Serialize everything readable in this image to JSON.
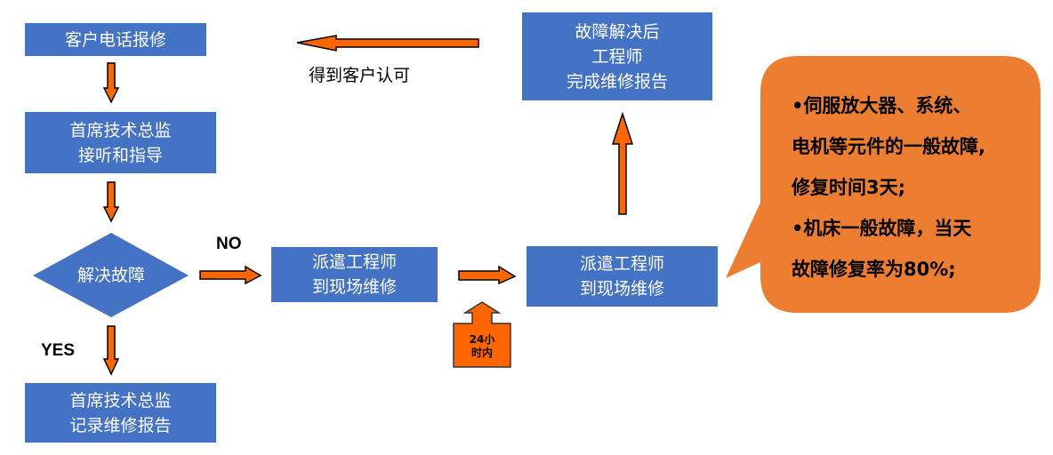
{
  "diagram": {
    "title": "客户报修服务流程",
    "colors": {
      "box_fill": "#4472c4",
      "box_text": "#ffffff",
      "arrow_fill": "#ff6600",
      "arrow_stroke": "#000000",
      "callout_fill": "#ed7d31"
    },
    "nodes": {
      "customer_call": {
        "lines": [
          "客户电话报修"
        ]
      },
      "chief_answer": {
        "lines": [
          "首席技术总监",
          "接听和指导"
        ]
      },
      "decision": {
        "lines": [
          "解决故障"
        ]
      },
      "chief_record": {
        "lines": [
          "首席技术总监",
          "记录维修报告"
        ]
      },
      "dispatch_1": {
        "lines": [
          "派遣工程师",
          "到现场维修"
        ]
      },
      "dispatch_2": {
        "lines": [
          "派遣工程师",
          "到现场维修"
        ]
      },
      "engineer_report": {
        "lines": [
          "故障解决后",
          "工程师",
          "完成维修报告"
        ]
      }
    },
    "edge_labels": {
      "no": "NO",
      "yes": "YES",
      "customer_approval": "得到客户认可",
      "within_24h": [
        "24小",
        "时内"
      ]
    },
    "callout": {
      "lines": [
        "•伺服放大器、系统、",
        "电机等元件的一般故障,",
        "修复时间3天;",
        "•机床一般故障，当天",
        "故障修复率为80%;"
      ]
    }
  }
}
